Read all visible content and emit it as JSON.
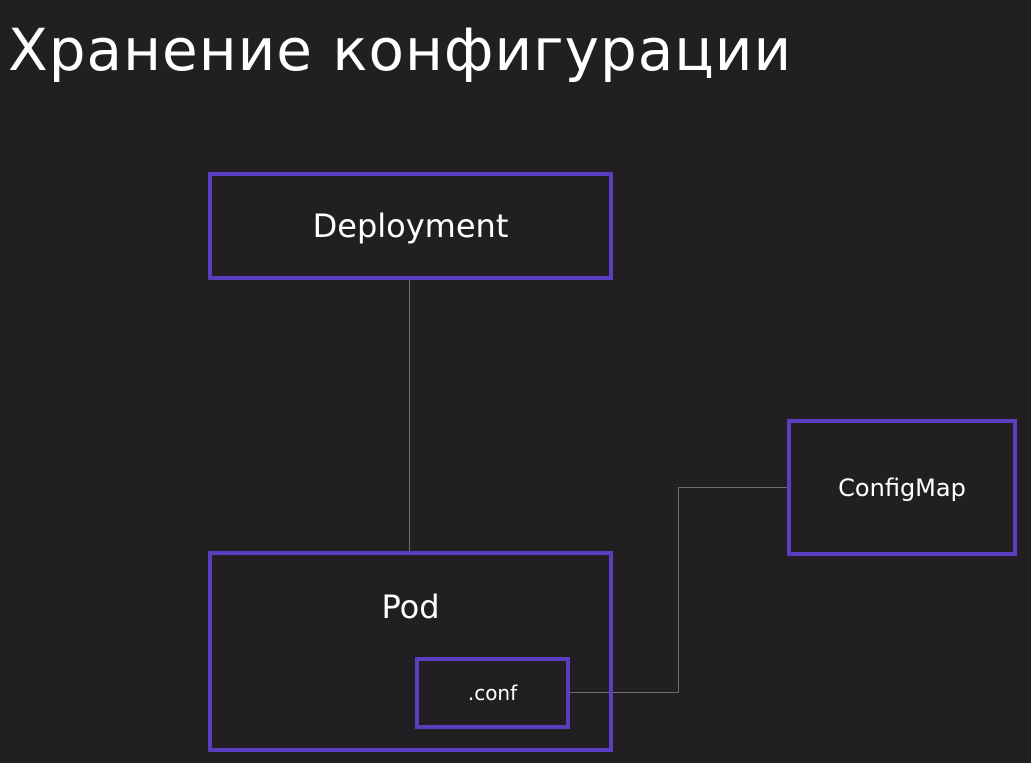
{
  "slide": {
    "title": "Хранение конфигурации"
  },
  "diagram": {
    "nodes": {
      "deployment": "Deployment",
      "pod": "Pod",
      "conf": ".conf",
      "configmap": "ConfigMap"
    },
    "edges": [
      {
        "from": "deployment",
        "to": "pod"
      },
      {
        "from": "conf",
        "to": "configmap"
      }
    ]
  },
  "colors": {
    "background": "#211f22",
    "box_border": "#5a3ec0",
    "connector": "#6e6c70",
    "text": "#ffffff"
  }
}
